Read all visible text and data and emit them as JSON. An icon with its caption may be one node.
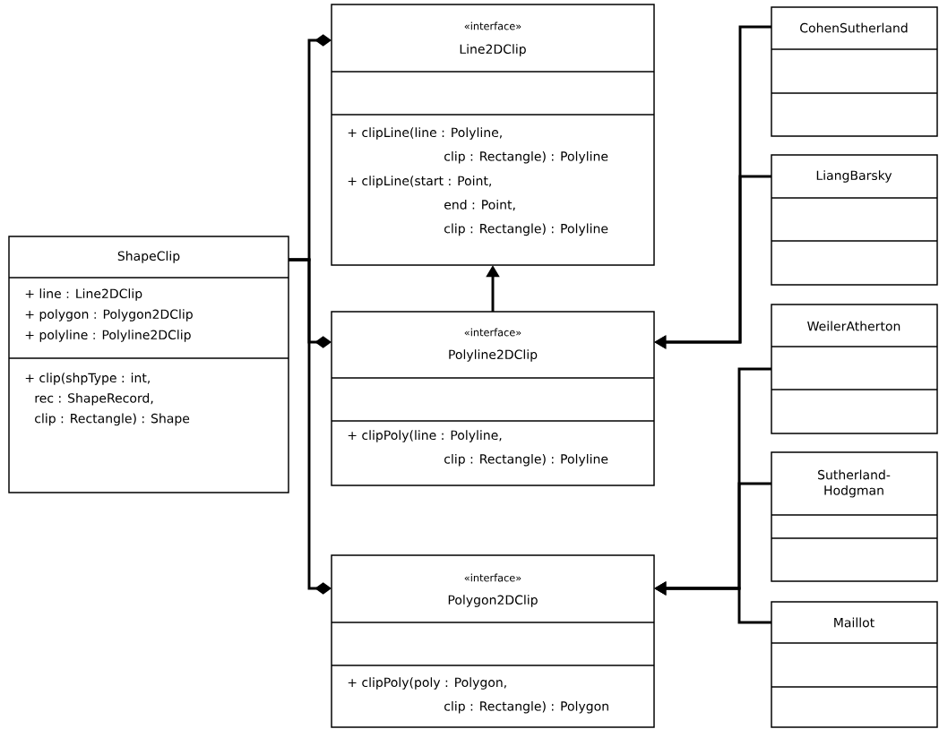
{
  "diagram": {
    "nodes": [
      {
        "text": [
          "ShapeClip",
          "+ line : Line2DClip",
          "+ polygon : Polygon2DClip",
          "+ polyline : Polyline2DClip",
          "+ clip(shpType : int, rec : ShapeRecord, clip : Rectangle) : Shape"
        ]
      },
      {
        "text": [
          "«interface»",
          "Line2DClip",
          "+ clipLine(line : Polyline, clip : Rectangle) : Polyline",
          "+ clipLine(start : Point, end : Point, clip : Rectangle) : Polyline"
        ]
      },
      {
        "text": [
          "«interface»",
          "Polyline2DClip",
          "+ clipPoly(line : Polyline, clip : Rectangle) : Polyline"
        ]
      },
      {
        "text": [
          "«interface»",
          "Polygon2DClip",
          "+ clipPoly(poly : Polygon, clip : Rectangle) : Polygon"
        ]
      },
      {
        "text": [
          "CohenSutherland"
        ]
      },
      {
        "text": [
          "LiangBarsky"
        ]
      },
      {
        "text": [
          "WeilerAtherton"
        ]
      },
      {
        "text": [
          "Sutherland-Hodgman"
        ]
      },
      {
        "text": [
          "Maillot"
        ]
      }
    ],
    "edges": [
      {
        "from": 0,
        "to": 1,
        "arrow": "other"
      },
      {
        "from": 0,
        "to": 2,
        "arrow": "other"
      },
      {
        "from": 0,
        "to": 3,
        "arrow": "other"
      },
      {
        "from": 2,
        "to": 1,
        "arrow": "to"
      },
      {
        "from": 4,
        "to": 2,
        "arrow": "to"
      },
      {
        "from": 5,
        "to": 2,
        "arrow": "to"
      },
      {
        "from": 6,
        "to": 3,
        "arrow": "to"
      },
      {
        "from": 7,
        "to": 3,
        "arrow": "to"
      },
      {
        "from": 8,
        "to": 3,
        "arrow": "to"
      }
    ]
  }
}
